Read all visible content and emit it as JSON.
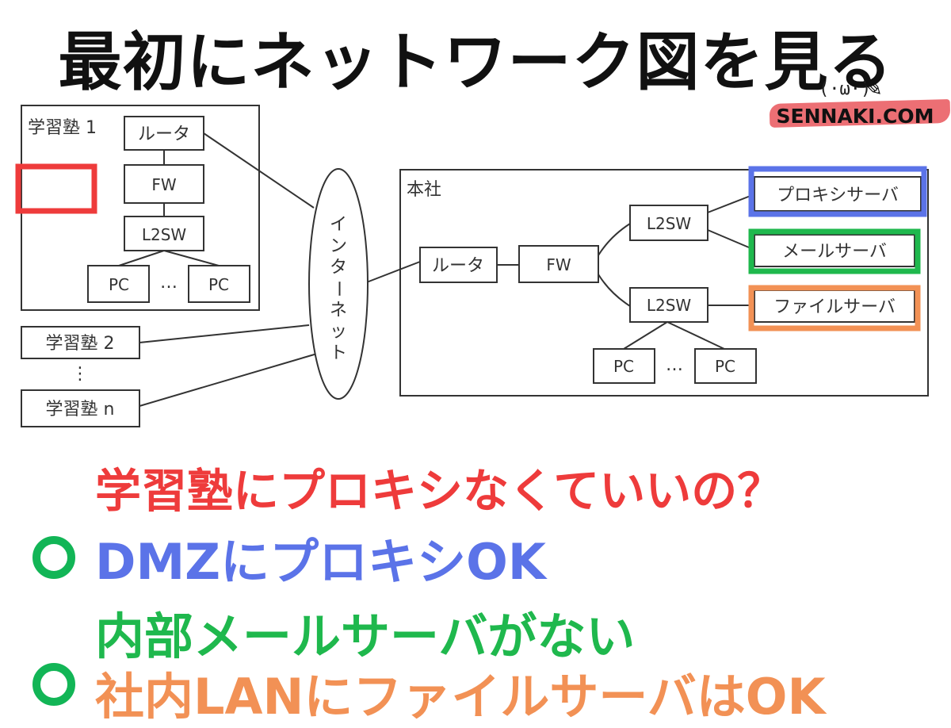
{
  "title": "最初にネットワーク図を見る",
  "brand": {
    "face": "(·ω·)",
    "site": "SENNAKI.COM",
    "stripe_color": "#ec6f74"
  },
  "diagram": {
    "school1_label": "学習塾 1",
    "router": "ルータ",
    "fw": "FW",
    "l2sw": "L2SW",
    "pc": "PC",
    "ellipsis": "…",
    "vdots": "⋮",
    "school2": "学習塾 2",
    "schooln": "学習塾 n",
    "internet": [
      "イ",
      "ン",
      "タ",
      "ー",
      "ネ",
      "ッ",
      "ト"
    ],
    "hq_label": "本社",
    "proxy_server": "プロキシサーバ",
    "mail_server": "メールサーバ",
    "file_server": "ファイルサーバ",
    "colors": {
      "red": "#ee3b3b",
      "blue": "#5b73e8",
      "green": "#1fb84d",
      "orange": "#f29155"
    }
  },
  "callouts": {
    "question": "学習塾にプロキシなくていいの？",
    "ok1": "DMZにプロキシOK",
    "ok2": "内部メールサーバがない",
    "ok3": "社内LANにファイルサーバはOK",
    "mark_color": "#12b556"
  }
}
